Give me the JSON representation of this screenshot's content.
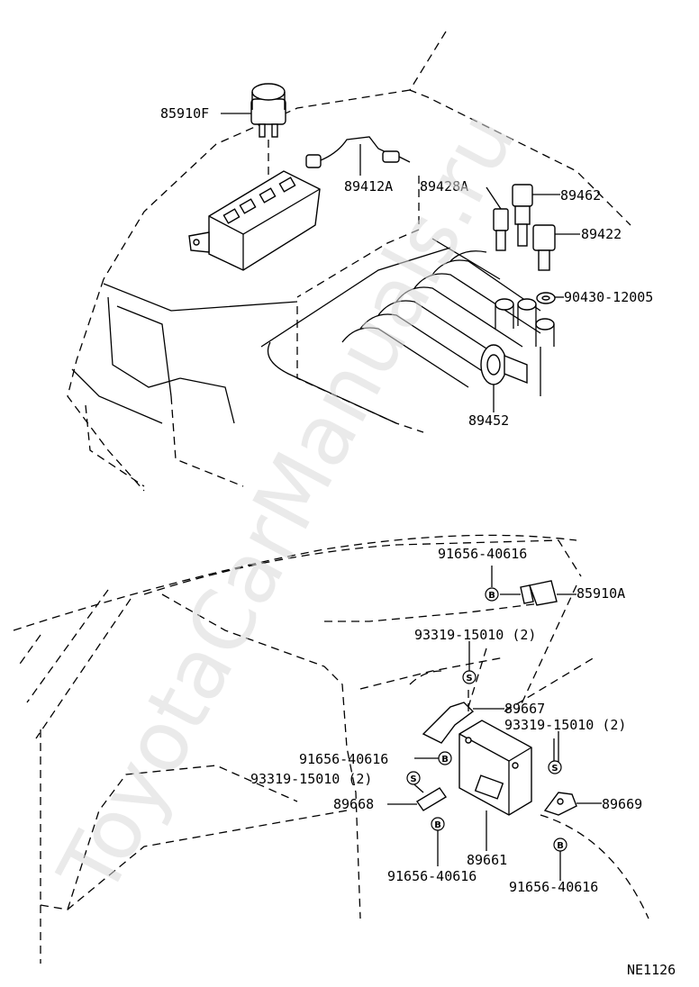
{
  "watermark": "ToyotaCarManuals.ru",
  "diagram_code": "NE1126",
  "labels": {
    "p85910F": "85910F",
    "p89412A": "89412A",
    "p89428A": "89428A",
    "p89462": "89462",
    "p89422": "89422",
    "p90430": "90430-12005",
    "p89452": "89452",
    "p91656_top": "91656-40616",
    "p85910A": "85910A",
    "p93319_top": "93319-15010 (2)",
    "p89667": "89667",
    "p93319_right": "93319-15010 (2)",
    "p91656_mid": "91656-40616",
    "p93319_left": "93319-15010 (2)",
    "p89668": "89668",
    "p89669": "89669",
    "p89661": "89661",
    "p91656_bl": "91656-40616",
    "p91656_br": "91656-40616"
  },
  "symbols": {
    "bolt": "B",
    "screw": "S"
  }
}
